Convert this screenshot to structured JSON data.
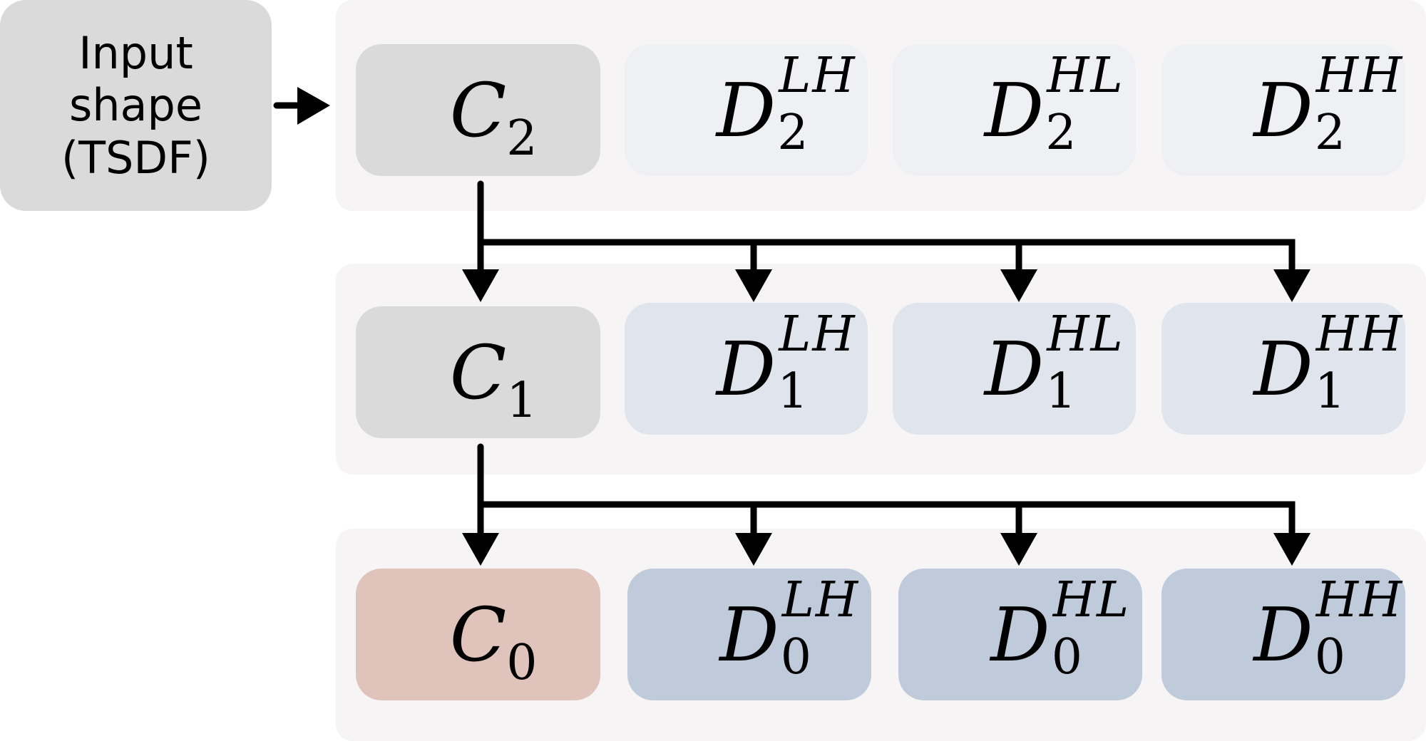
{
  "input": {
    "lines": [
      "Input",
      "shape",
      "(TSDF)"
    ],
    "color": "#dadada"
  },
  "colors": {
    "panel": "#f6f4f5",
    "level2_coarse": "#dadada",
    "level2_detail": "#eff0f4",
    "level1_coarse": "#dadada",
    "level1_detail": "#dfe4ed",
    "level0_coarse": "#e0c3ba",
    "level0_detail": "#bfcadb",
    "arrow": "#000000"
  },
  "levels": [
    {
      "coarse": {
        "base": "C",
        "sub": "2"
      },
      "details": [
        {
          "base": "D",
          "sub": "2",
          "sup": "LH"
        },
        {
          "base": "D",
          "sub": "2",
          "sup": "HL"
        },
        {
          "base": "D",
          "sub": "2",
          "sup": "HH"
        }
      ]
    },
    {
      "coarse": {
        "base": "C",
        "sub": "1"
      },
      "details": [
        {
          "base": "D",
          "sub": "1",
          "sup": "LH"
        },
        {
          "base": "D",
          "sub": "1",
          "sup": "HL"
        },
        {
          "base": "D",
          "sub": "1",
          "sup": "HH"
        }
      ]
    },
    {
      "coarse": {
        "base": "C",
        "sub": "0"
      },
      "details": [
        {
          "base": "D",
          "sub": "0",
          "sup": "LH"
        },
        {
          "base": "D",
          "sub": "0",
          "sup": "HL"
        },
        {
          "base": "D",
          "sub": "0",
          "sup": "HH"
        }
      ]
    }
  ]
}
